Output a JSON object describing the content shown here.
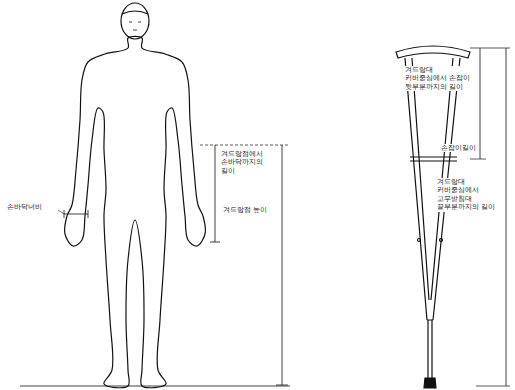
{
  "diagram": {
    "labels": [
      "손바닥너비",
      "겨드랑점에서 손바닥까지의 길이",
      "겨드랑점 높이",
      "겨드랑대 커버중심에서 손잡이 윗부분까지의 길이",
      "손잡이길이",
      "겨드랑대 커버중심에서 고무받침대 끝부분까지의 길이"
    ]
  }
}
